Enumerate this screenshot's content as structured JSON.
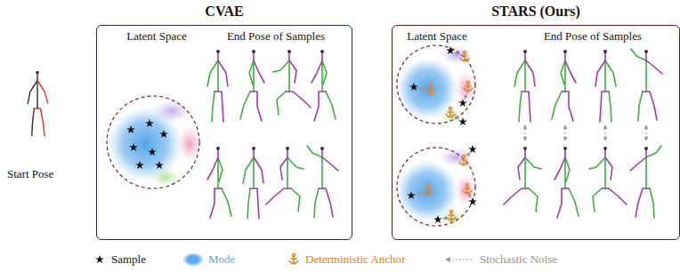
{
  "diagram": {
    "nodes": [
      {
        "text": [
          "CVAE",
          "Latent Space",
          "End Pose of Samples"
        ]
      },
      {
        "text": [
          "STARS (Ours)",
          "Latent Space",
          "End Pose of Samples"
        ]
      }
    ],
    "labels": [
      "Start Pose"
    ],
    "legend": [
      {
        "text": "Sample"
      },
      {
        "text": "Mode",
        "color": "#5aa9ec"
      },
      {
        "text": "Deterministic Anchor"
      },
      {
        "text": "Stochastic Noise"
      }
    ]
  }
}
